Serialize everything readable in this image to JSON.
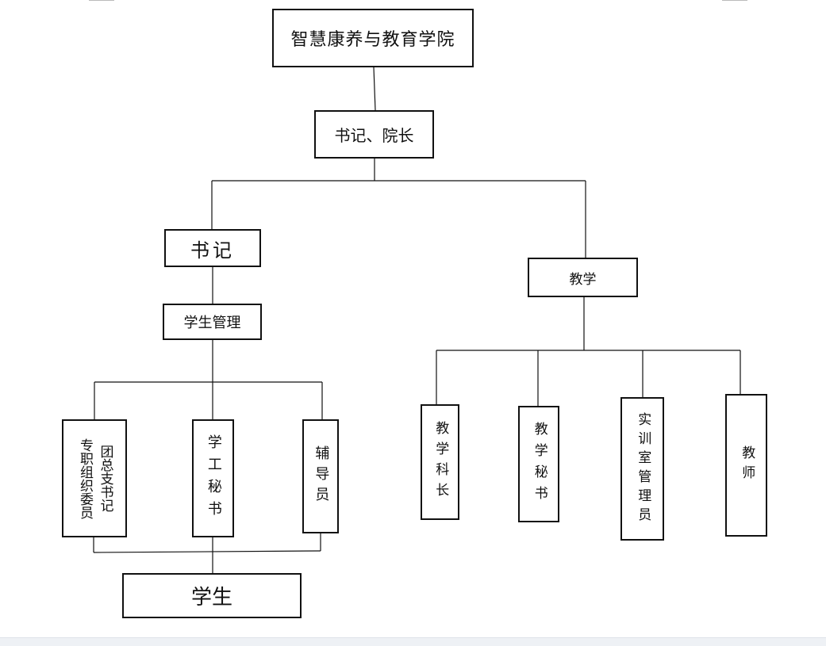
{
  "org_chart": {
    "root": "智慧康养与教育学院",
    "leadership": "书记、院长",
    "secretary_branch": {
      "title": "书记",
      "student_management": "学生管理",
      "units": [
        "专职组织委员",
        "团总支书记",
        "学工秘书",
        "辅导员"
      ],
      "students": "学生"
    },
    "teaching_branch": {
      "title": "教学",
      "units": [
        "教学科长",
        "教学秘书",
        "实训室管理员",
        "教师"
      ]
    }
  },
  "colors": {
    "line": "#111111",
    "box_border": "#111111",
    "background": "#ffffff"
  }
}
